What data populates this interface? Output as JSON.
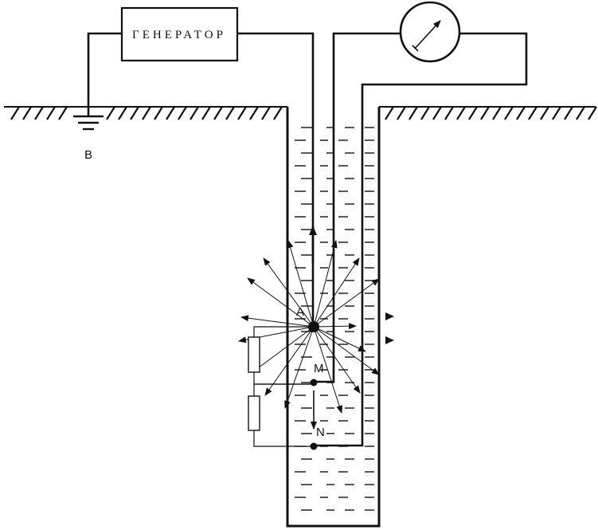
{
  "labels": {
    "generator": "ГЕНЕРАТОР",
    "ground_electrode": "B",
    "current_electrode": "A",
    "measure_electrode_m": "M",
    "measure_electrode_n": "N"
  },
  "icons": {
    "meter": "meter-icon",
    "ground": "ground-icon"
  },
  "colors": {
    "ink": "#111111",
    "background": "#ffffff"
  }
}
